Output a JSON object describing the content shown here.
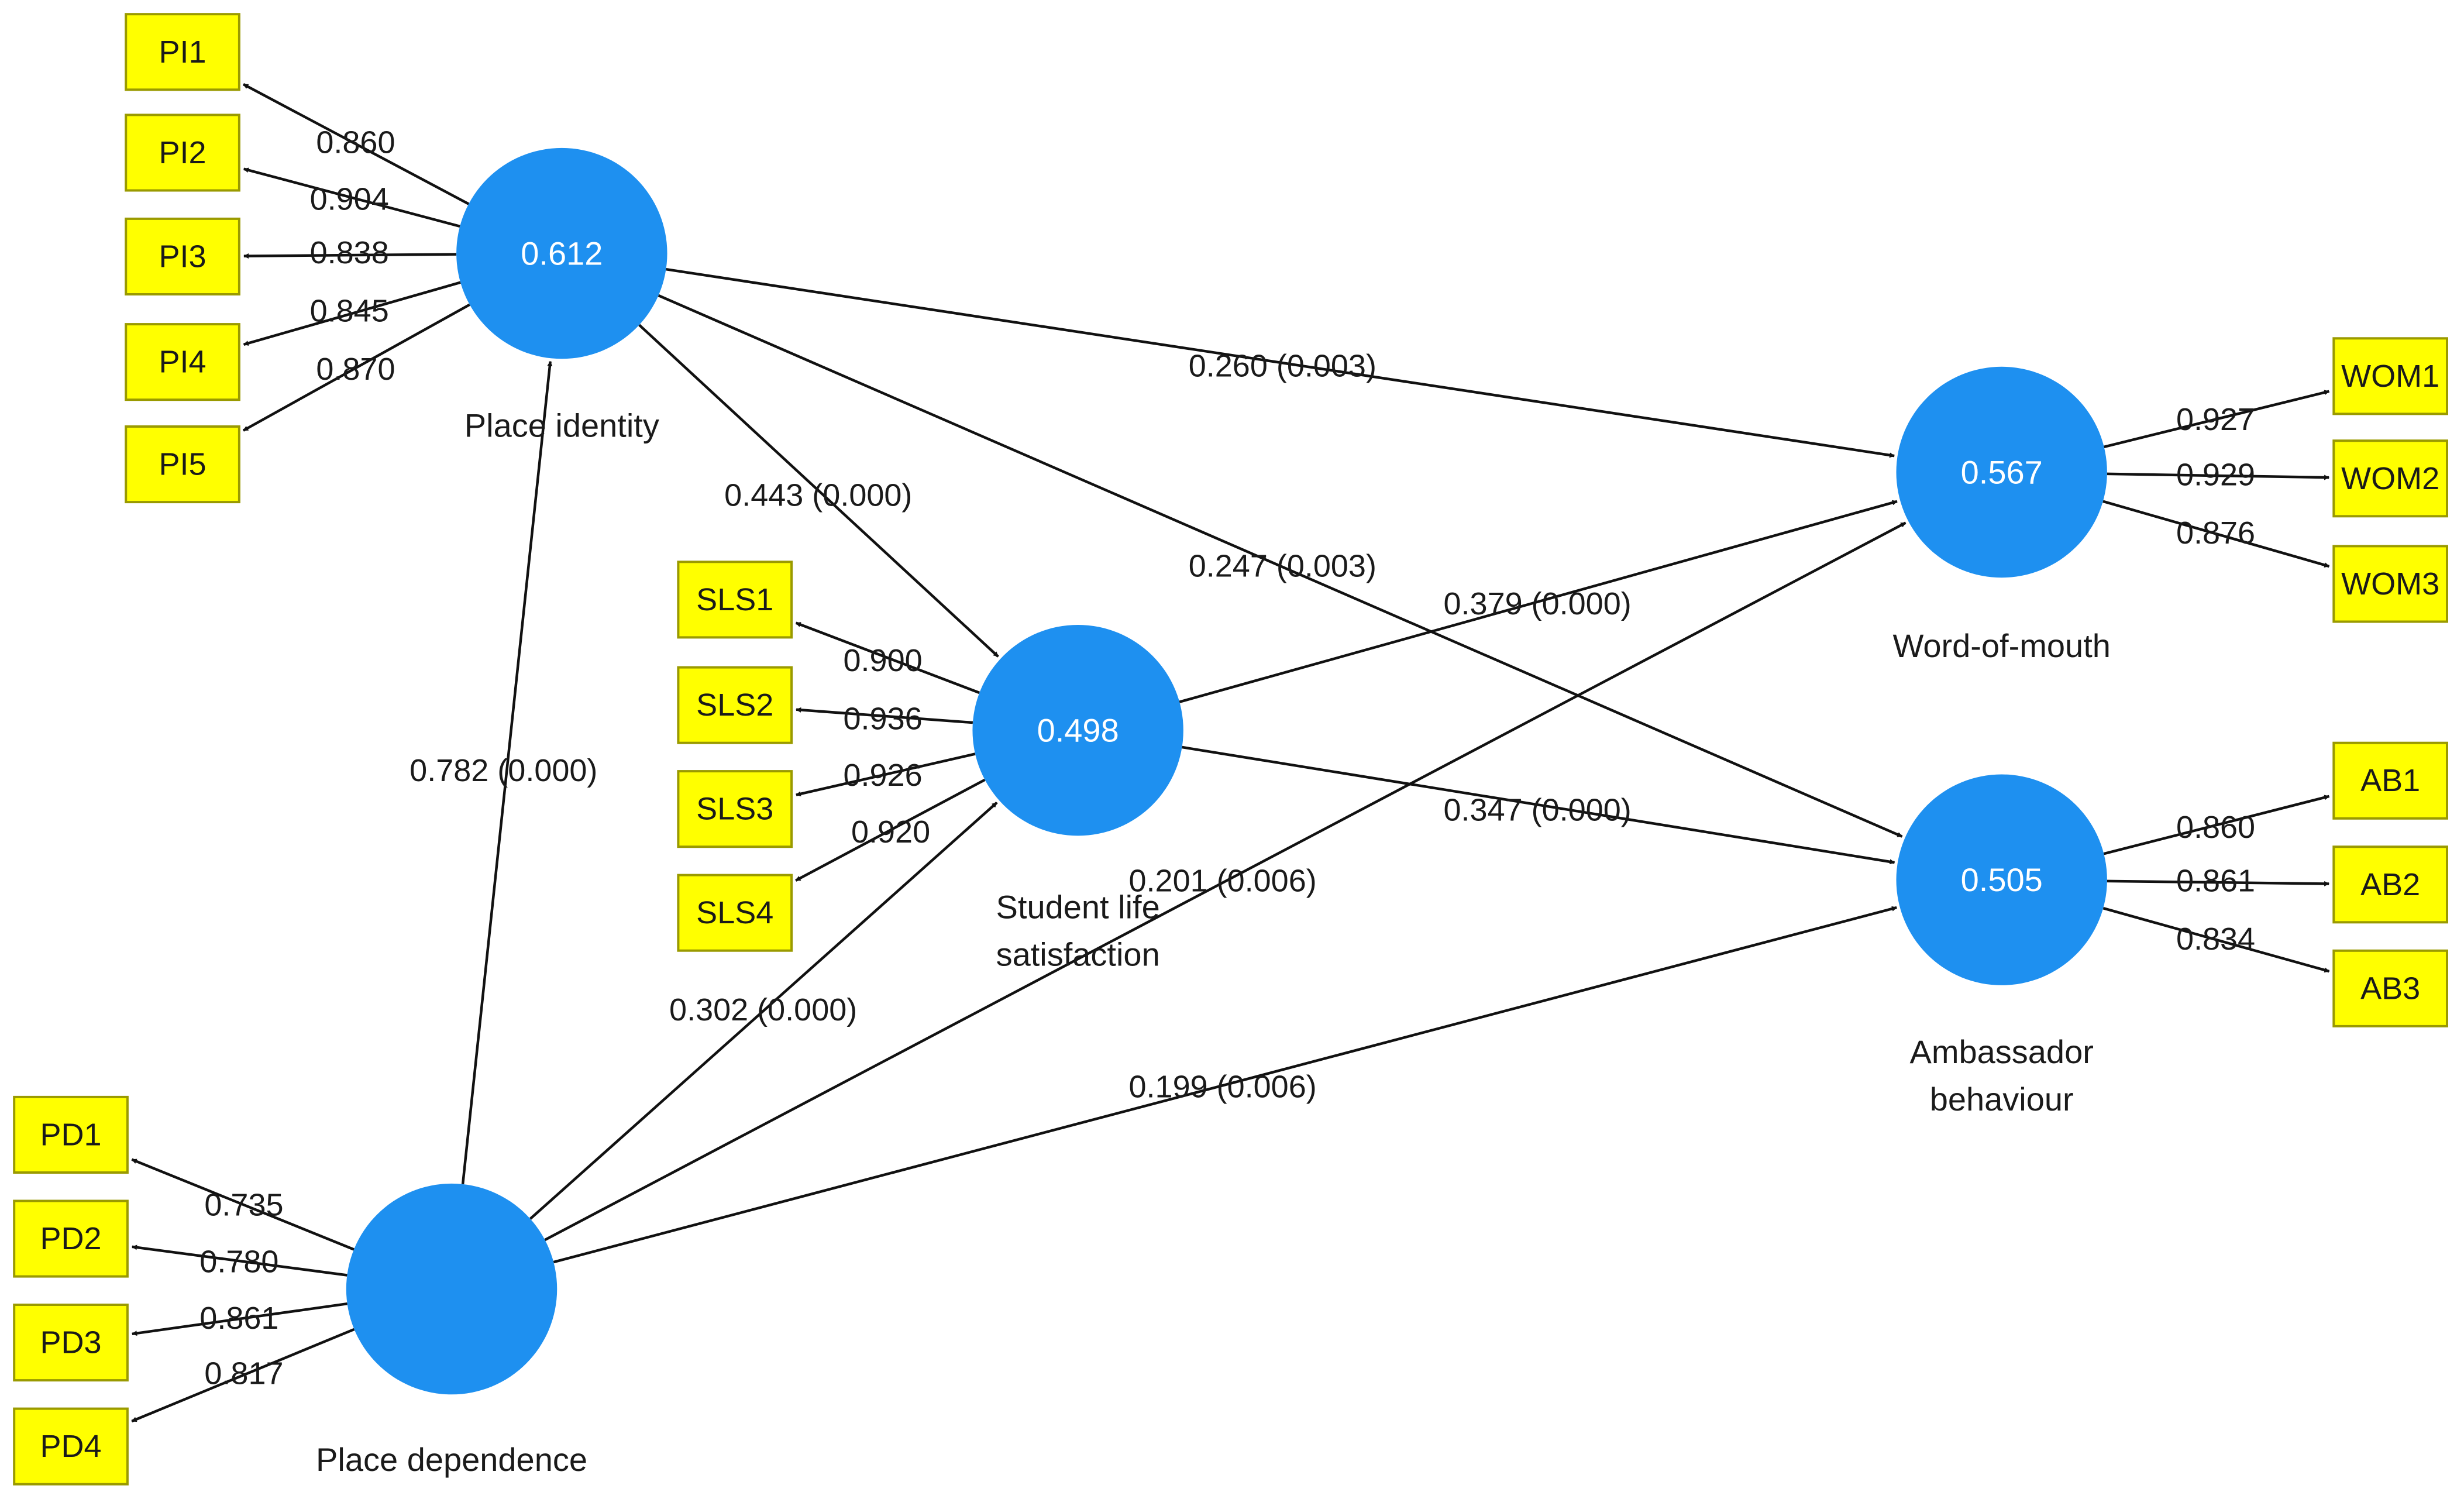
{
  "colors": {
    "construct_fill": "#1E90F0",
    "indicator_fill": "#FFFF00",
    "indicator_border": "#9A9A00",
    "line": "#111111"
  },
  "constructs": {
    "place_identity": {
      "name_lines": [
        "Place identity"
      ],
      "value": "0.612"
    },
    "student_life_satisfaction": {
      "name_lines": [
        "Student life",
        "satisfaction"
      ],
      "value": "0.498"
    },
    "word_of_mouth": {
      "name_lines": [
        "Word-of-mouth"
      ],
      "value": "0.567"
    },
    "ambassador_behaviour": {
      "name_lines": [
        "Ambassador",
        "behaviour"
      ],
      "value": "0.505"
    },
    "place_dependence": {
      "name_lines": [
        "Place dependence"
      ],
      "value": ""
    }
  },
  "indicators": {
    "place_identity": [
      {
        "label": "PI1",
        "loading": "0.860"
      },
      {
        "label": "PI2",
        "loading": "0.904"
      },
      {
        "label": "PI3",
        "loading": "0.838"
      },
      {
        "label": "PI4",
        "loading": "0.845"
      },
      {
        "label": "PI5",
        "loading": "0.870"
      }
    ],
    "student_life_satisfaction": [
      {
        "label": "SLS1",
        "loading": "0.900"
      },
      {
        "label": "SLS2",
        "loading": "0.936"
      },
      {
        "label": "SLS3",
        "loading": "0.926"
      },
      {
        "label": "SLS4",
        "loading": "0.920"
      }
    ],
    "word_of_mouth": [
      {
        "label": "WOM1",
        "loading": "0.927"
      },
      {
        "label": "WOM2",
        "loading": "0.929"
      },
      {
        "label": "WOM3",
        "loading": "0.876"
      }
    ],
    "ambassador_behaviour": [
      {
        "label": "AB1",
        "loading": "0.860"
      },
      {
        "label": "AB2",
        "loading": "0.861"
      },
      {
        "label": "AB3",
        "loading": "0.834"
      }
    ],
    "place_dependence": [
      {
        "label": "PD1",
        "loading": "0.735"
      },
      {
        "label": "PD2",
        "loading": "0.780"
      },
      {
        "label": "PD3",
        "loading": "0.861"
      },
      {
        "label": "PD4",
        "loading": "0.817"
      }
    ]
  },
  "paths": [
    {
      "from": "place_identity",
      "to": "word_of_mouth",
      "label": "0.260 (0.003)"
    },
    {
      "from": "place_identity",
      "to": "student_life_satisfaction",
      "label": "0.443 (0.000)"
    },
    {
      "from": "place_identity",
      "to": "ambassador_behaviour",
      "label": "0.247 (0.003)"
    },
    {
      "from": "student_life_satisfaction",
      "to": "word_of_mouth",
      "label": "0.379 (0.000)"
    },
    {
      "from": "student_life_satisfaction",
      "to": "ambassador_behaviour",
      "label": "0.347 (0.000)"
    },
    {
      "from": "place_dependence",
      "to": "place_identity",
      "label": "0.782 (0.000)"
    },
    {
      "from": "place_dependence",
      "to": "student_life_satisfaction",
      "label": "0.302 (0.000)"
    },
    {
      "from": "place_dependence",
      "to": "word_of_mouth",
      "label": "0.201 (0.006)"
    },
    {
      "from": "place_dependence",
      "to": "ambassador_behaviour",
      "label": "0.199 (0.006)"
    }
  ]
}
